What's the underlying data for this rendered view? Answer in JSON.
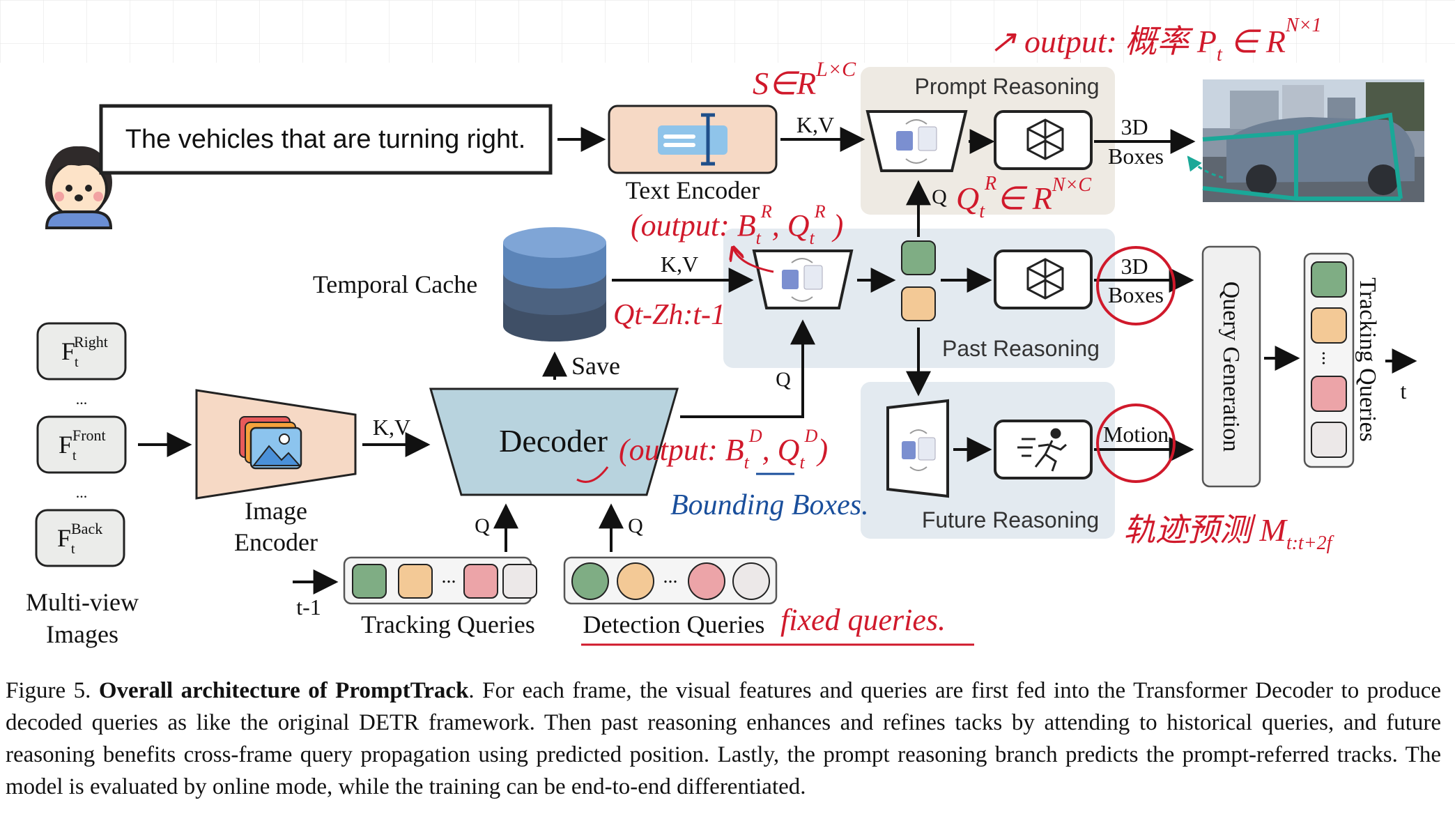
{
  "prompt": {
    "sentence": "The vehicles that are turning right."
  },
  "modules": {
    "text_encoder": "Text Encoder",
    "temporal_cache": "Temporal Cache",
    "save": "Save",
    "decoder": "Decoder",
    "image_encoder_line1": "Image",
    "image_encoder_line2": "Encoder",
    "multiview_line1": "Multi-view",
    "multiview_line2": "Images",
    "query_generation": "Query Generation",
    "tracking_queries_side": "Tracking Queries",
    "tracking_queries_bottom": "Tracking Queries",
    "detection_queries": "Detection Queries"
  },
  "views": {
    "right": {
      "base": "F",
      "sup": "Right",
      "sub": "t"
    },
    "front": {
      "base": "F",
      "sup": "Front",
      "sub": "t"
    },
    "back": {
      "base": "F",
      "sup": "Back",
      "sub": "t"
    },
    "ellipsis": "..."
  },
  "regions": {
    "prompt_reasoning": "Prompt Reasoning",
    "past_reasoning": "Past Reasoning",
    "future_reasoning": "Future Reasoning"
  },
  "outputs": {
    "boxes_top_l1": "3D",
    "boxes_top_l2": "Boxes",
    "boxes_mid_l1": "3D",
    "boxes_mid_l2": "Boxes",
    "motion": "Motion"
  },
  "arrow_labels": {
    "kv_text": "K,V",
    "kv_cache": "K,V",
    "kv_image": "K,V",
    "q_prompt": "Q",
    "q_past": "Q",
    "q_track": "Q",
    "q_det": "Q",
    "t_minus_1": "t-1",
    "t": "t",
    "dots": "..."
  },
  "annotations": {
    "s_dim": "S∈R",
    "s_dim_sup": "L×C",
    "output_prob": "↗ output: 概率 P",
    "output_prob_sub": "t",
    "output_prob_tail": " ∈ R",
    "output_prob_sup": "N×1",
    "qtr": "Q",
    "qtr_sub": "t",
    "qtr_sup": "R",
    "qtr_tail": "∈ R",
    "qtr_tail_sup": "N×C",
    "past_output": "(output: B",
    "past_output_sub": "t",
    "past_output_sup": "R",
    "past_output_mid": ", Q",
    "past_output_sub2": "t",
    "past_output_sup2": "R",
    "past_output_end": " )",
    "qt_range": "Qt-Zh:t-1",
    "dec_output": "(output: B",
    "dec_output_sub": "t",
    "dec_output_sup": "D",
    "dec_output_mid": ", Q",
    "dec_output_sub2": "t",
    "dec_output_sup2": "D",
    "dec_output_end": ")",
    "bounding_boxes": "Bounding Boxes.",
    "traj_pred": "轨迹预测 M",
    "traj_pred_sub": "t:t+2f",
    "fixed_queries": "fixed queries."
  },
  "caption": {
    "prefix": "Figure 5. ",
    "bold": "Overall architecture of PromptTrack",
    "body": ". For each frame, the visual features and queries are first fed into the Transformer Decoder to produce decoded queries as like the original DETR framework. Then past reasoning enhances and refines tacks by attending to historical queries, and future reasoning benefits cross-frame query propagation using predicted position. Lastly, the prompt reasoning branch predicts the prompt-referred tracks. The model is evaluated by online mode, while the training can be end-to-end differentiated."
  },
  "colors": {
    "grid": "#e8e8e8",
    "annotation_red": "#d0192b",
    "annotation_blue": "#1a4f9c",
    "teal": "#1aa898",
    "prompt_region": "#eeeae3",
    "past_region": "#e3eaf0",
    "future_region": "#e3eaf0",
    "decoder_fill": "#b8d3de",
    "encoder_fill": "#f6d9c5",
    "query_green": "#7fad84",
    "query_orange": "#f3c996",
    "query_pink": "#eca4a8",
    "query_gray": "#ece8e8",
    "cache_blue": "#5b84b8"
  },
  "icons": [
    "person-avatar-icon",
    "text-cursor-icon",
    "image-gallery-icon",
    "database-icon",
    "attention-module-icon",
    "cube-icon",
    "running-figure-icon",
    "street-photo-thumbnail"
  ]
}
